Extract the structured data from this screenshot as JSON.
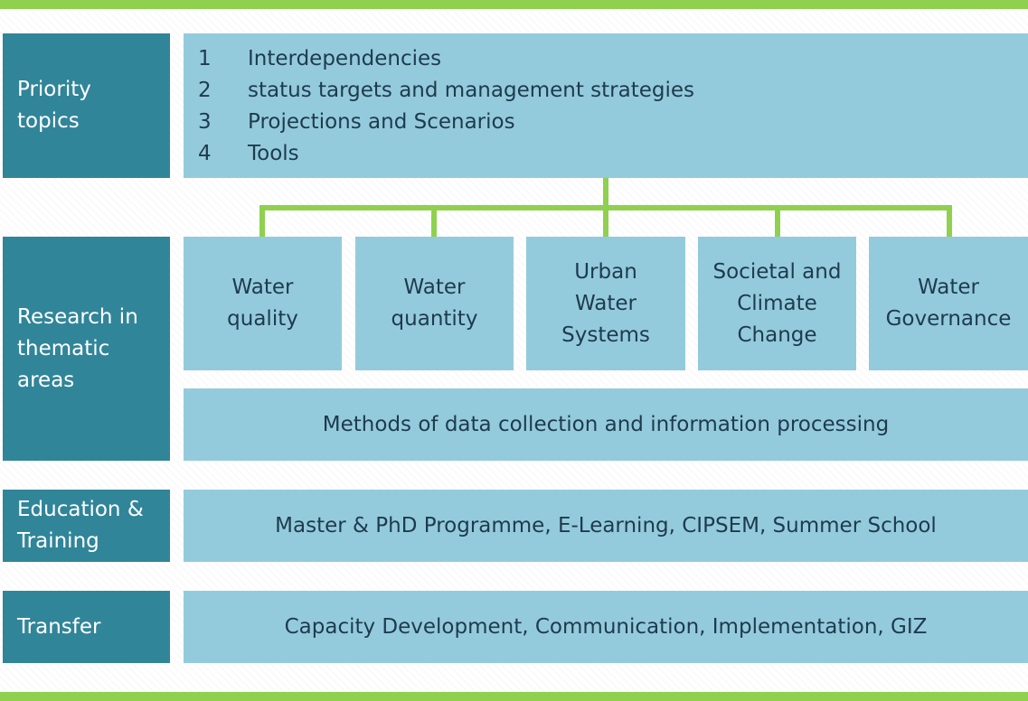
{
  "priority": {
    "label": "Priority topics",
    "topics": [
      {
        "num": "1",
        "text": "Interdependencies"
      },
      {
        "num": "2",
        "text": "status targets and management strategies"
      },
      {
        "num": "3",
        "text": "Projections and Scenarios"
      },
      {
        "num": "4",
        "text": "Tools"
      }
    ]
  },
  "research": {
    "label": "Research in thematic areas",
    "areas": [
      "Water quality",
      "Water quantity",
      "Urban Water Systems",
      "Societal and Climate Change",
      "Water Governance"
    ],
    "methods": "Methods of data collection and information processing"
  },
  "education": {
    "label": "Education & Training",
    "text": "Master & PhD Programme, E-Learning, CIPSEM, Summer School"
  },
  "transfer": {
    "label": "Transfer",
    "text": "Capacity Development, Communication, Implementation, GIZ"
  },
  "colors": {
    "label_bg": "#318599",
    "box_bg": "#93cbdd",
    "accent": "#8fd14f",
    "text_dark": "#1f3a4d"
  }
}
